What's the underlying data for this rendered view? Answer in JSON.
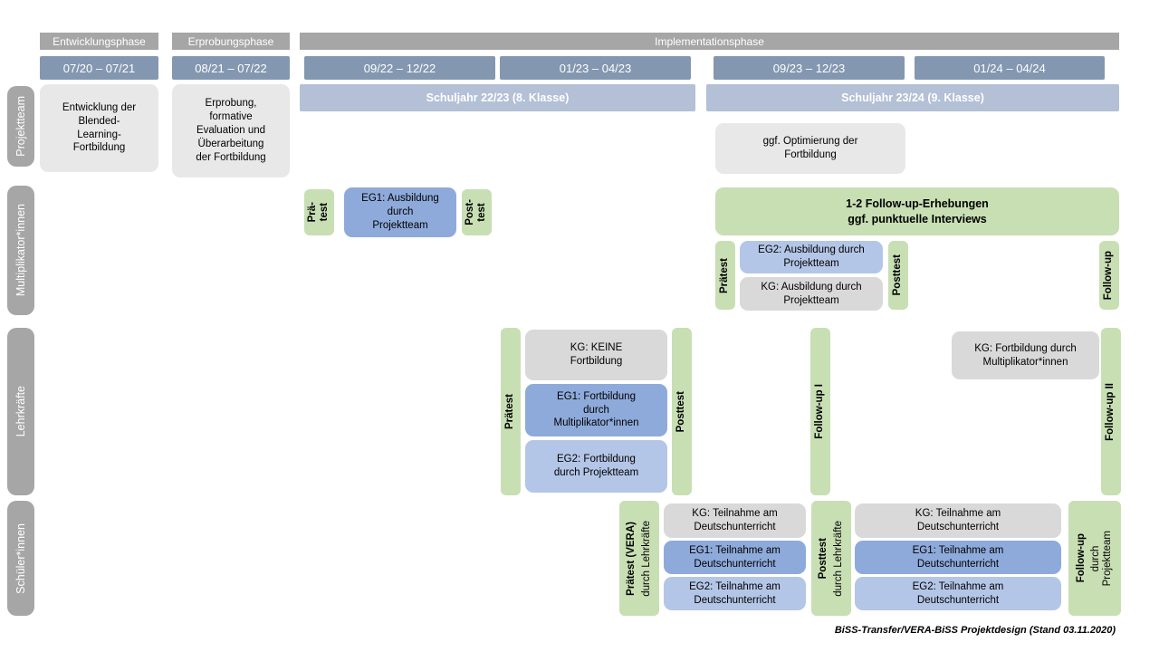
{
  "caption": "BiSS-Transfer/VERA-BiSS Projektdesign (Stand 03.11.2020)",
  "colors": {
    "phase_bar": "#a6a6a6",
    "date_bar": "#8497b0",
    "school_year_bar": "#b3c0d6",
    "row_label": "#a6a6a6",
    "box_gray_light": "#e9e8e8",
    "box_gray": "#d9d9d9",
    "box_blue": "#8eaadb",
    "box_blue_light": "#b4c6e7",
    "box_green": "#c8dfb4"
  },
  "phases": [
    "Entwicklungsphase",
    "Erprobungsphase",
    "Implementationsphase"
  ],
  "dates": [
    "07/20 – 07/21",
    "08/21 – 07/22",
    "09/22 – 12/22",
    "01/23 – 04/23",
    "09/23 – 12/23",
    "01/24 – 04/24"
  ],
  "school_years": [
    "Schuljahr 22/23 (8. Klasse)",
    "Schuljahr 23/24 (9. Klasse)"
  ],
  "row_labels": [
    "Projektteam",
    "Multiplikator*innen",
    "Lehrkräfte",
    "Schüler*innen"
  ],
  "projektteam": {
    "entwicklung": "Entwicklung der\nBlended-\nLearning-\nFortbildung",
    "erprobung": "Erprobung,\nformative\nEvaluation und\nÜberarbeitung\nder Fortbildung",
    "optimierung": "ggf. Optimierung der\nFortbildung"
  },
  "multiplikatoren": {
    "praetest_1": "Prä-\ntest",
    "eg1": "EG1: Ausbildung\ndurch\nProjektteam",
    "posttest_1": "Post-\ntest",
    "followup_erhebungen": "1-2 Follow-up-Erhebungen\nggf. punktuelle Interviews",
    "praetest_2": "Prätest",
    "eg2": "EG2: Ausbildung durch\nProjektteam",
    "kg": "KG: Ausbildung durch\nProjektteam",
    "posttest_2": "Posttest",
    "followup": "Follow-up"
  },
  "lehrkraefte": {
    "praetest": "Prätest",
    "kg1": "KG: KEINE\nFortbildung",
    "eg1": "EG1: Fortbildung\ndurch\nMultiplikator*innen",
    "eg2": "EG2: Fortbildung\ndurch Projektteam",
    "posttest": "Posttest",
    "followup_1": "Follow-up I",
    "kg2": "KG: Fortbildung durch\nMultiplikator*innen",
    "followup_2": "Follow-up II"
  },
  "schueler": {
    "praetest_main": "Prätest (VERA)",
    "praetest_sub": "durch Lehrkräfte",
    "kg1": "KG: Teilnahme am\nDeutschunterricht",
    "eg1_1": "EG1: Teilnahme am\nDeutschunterricht",
    "eg2_1": "EG2: Teilnahme am\nDeutschunterricht",
    "posttest_main": "Posttest",
    "posttest_sub": "durch Lehrkräfte",
    "kg2": "KG: Teilnahme am\nDeutschunterricht",
    "eg1_2": "EG1: Teilnahme am\nDeutschunterricht",
    "eg2_2": "EG2: Teilnahme am\nDeutschunterricht",
    "followup_main": "Follow-up",
    "followup_sub": "durch\nProjektteam"
  }
}
